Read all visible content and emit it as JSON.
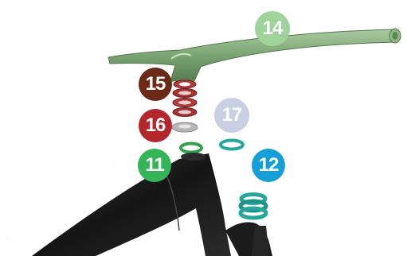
{
  "badges": {
    "b14": {
      "label": "14",
      "color": "#9fd39b"
    },
    "b15": {
      "label": "15",
      "color": "#6b2a17"
    },
    "b16": {
      "label": "16",
      "color": "#b3262b"
    },
    "b17": {
      "label": "17",
      "color": "#c9cfe2"
    },
    "b11": {
      "label": "11",
      "color": "#36b558"
    },
    "b12": {
      "label": "12",
      "color": "#159fd6"
    }
  },
  "parts": {
    "handlebar_color": "#7ba473",
    "spacer_color": "#b23a3a",
    "cap_color": "#b7b7b7",
    "bearing_color": "#25a79c",
    "frame_color": "#1c1c1c"
  }
}
